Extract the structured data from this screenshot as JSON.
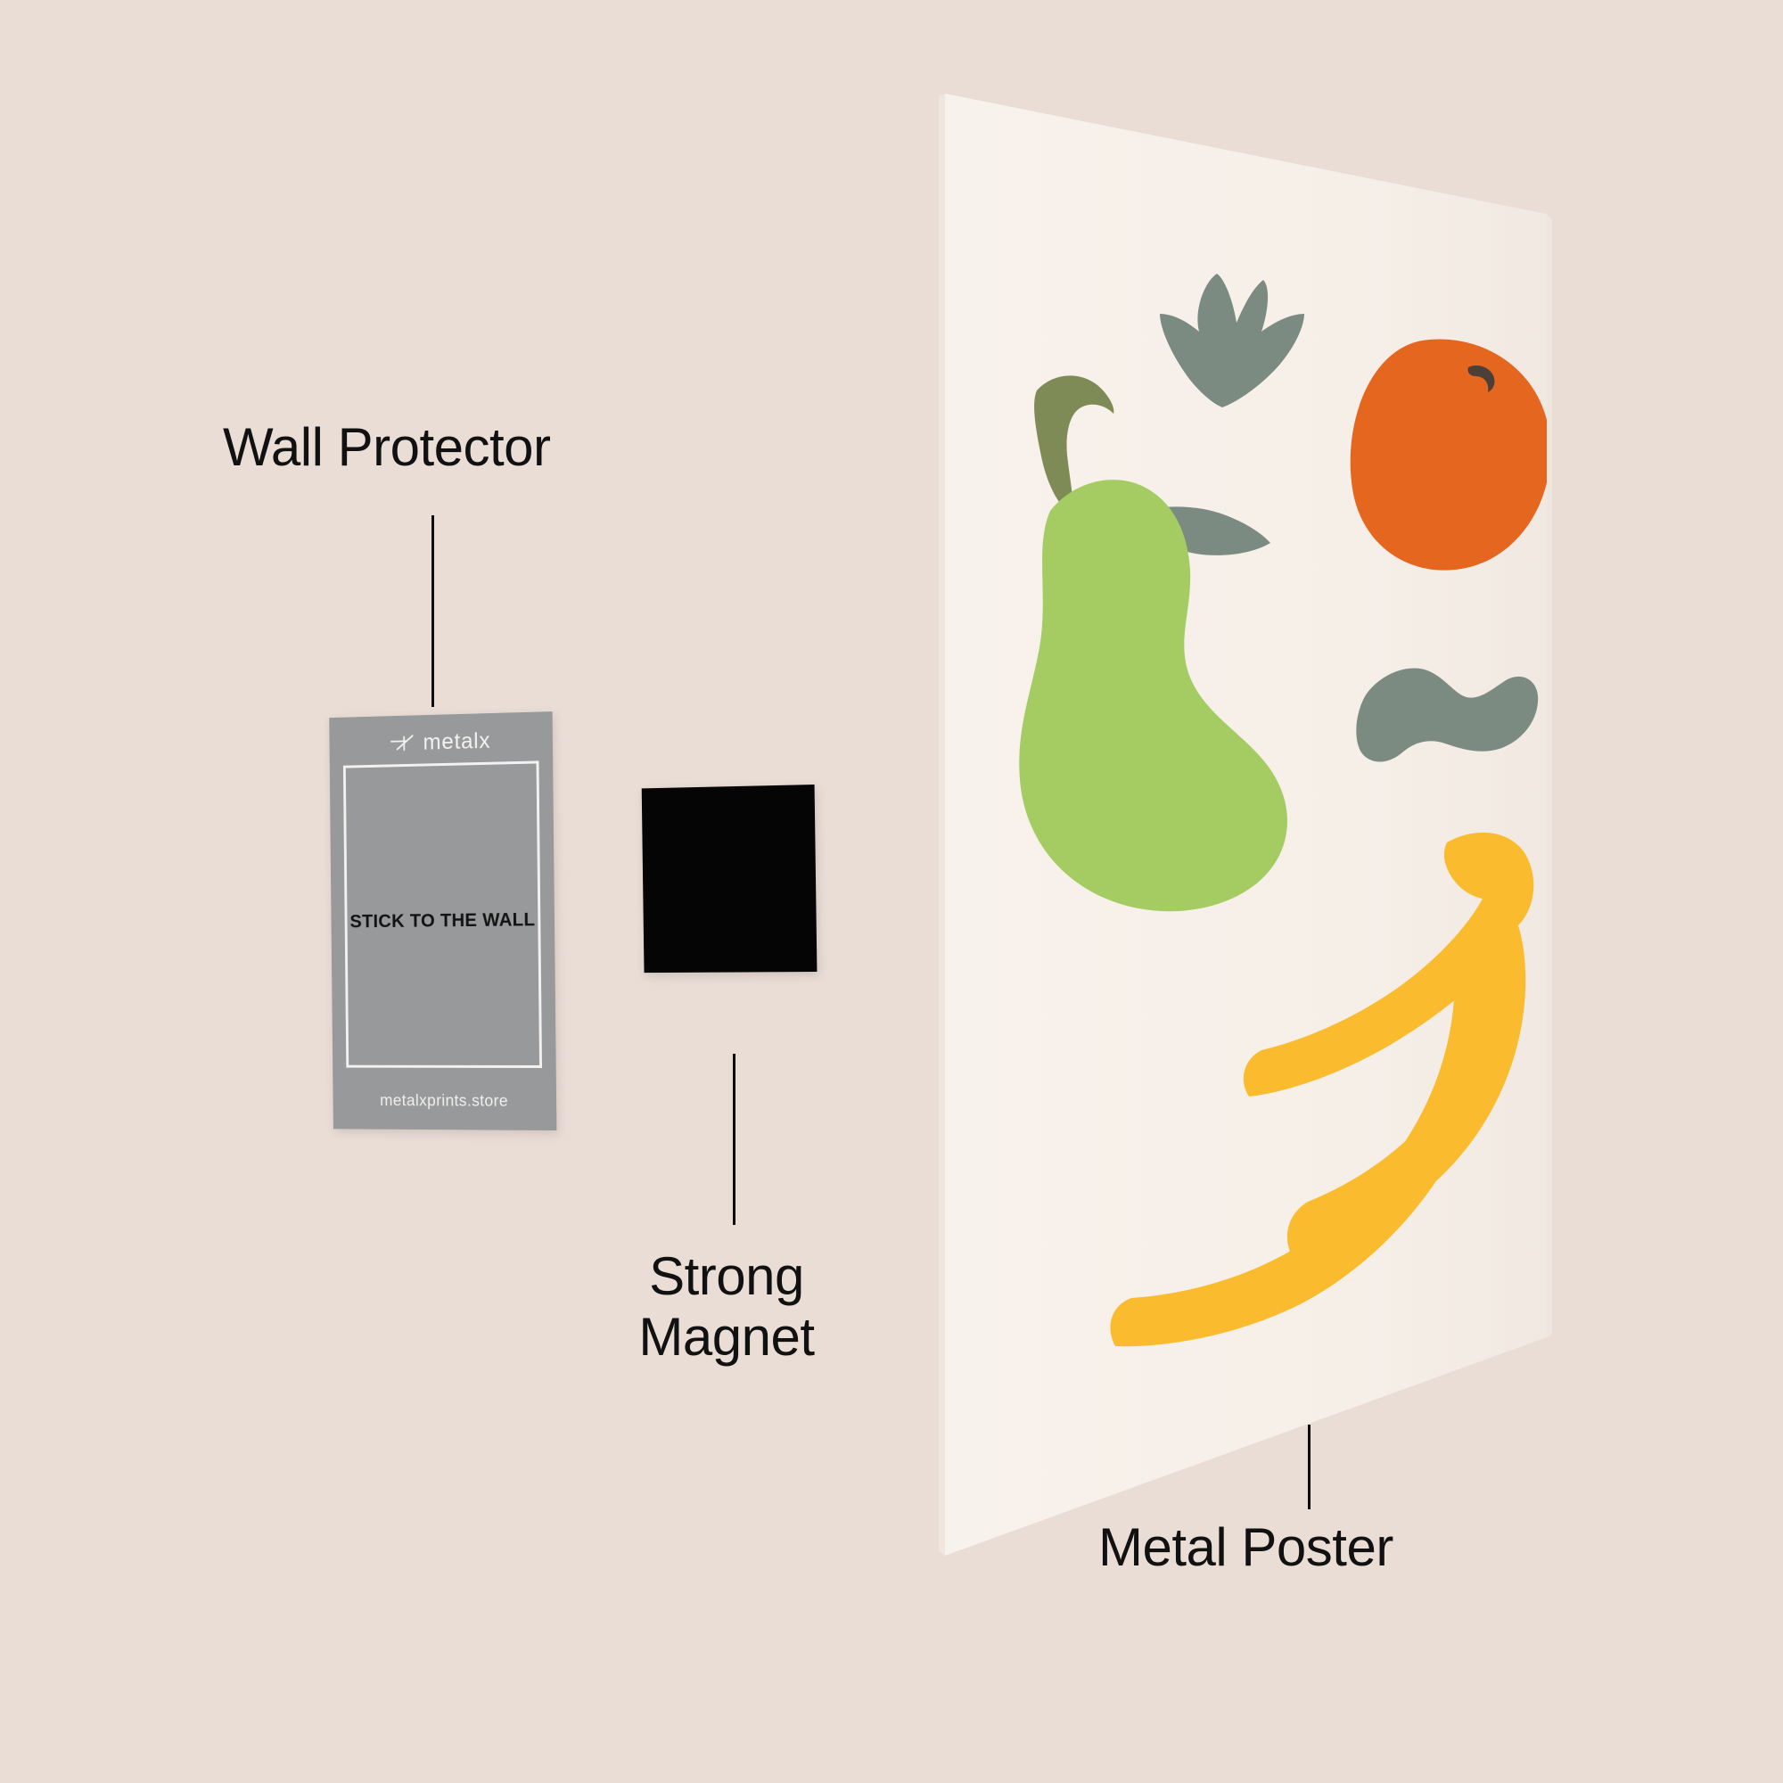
{
  "scene": {
    "wall_color": "#e9ddd6",
    "title": "Metal poster mounting system infographic"
  },
  "callouts": [
    {
      "id": "wall-protector",
      "label": "Wall Protector",
      "line_color": "#0d0d0d"
    },
    {
      "id": "strong-magnet",
      "label": "Strong\nMagnet",
      "line_color": "#0d0d0d"
    },
    {
      "id": "metal-poster",
      "label": "Metal Poster",
      "line_color": "#0d0d0d"
    }
  ],
  "wall_protector_card": {
    "brand": "metalx",
    "brand_mark": "metalx-pinwheel-icon",
    "headline": "STICK TO THE WALL",
    "url": "metalxprints.store",
    "card_color": "#97999b",
    "border_color": "#f3f2f0",
    "headline_color": "#131313"
  },
  "magnet": {
    "name": "Strong Magnet tile",
    "color": "#050505"
  },
  "metal_poster": {
    "name": "Metal Poster",
    "background_color": "#f6efe8",
    "edge_color": "#e0d3ca",
    "artwork_title": "Abstract fruit composition",
    "palette": {
      "orange": "#e5661e",
      "orange_stem": "#4a4038",
      "pear_green": "#a5cc62",
      "pear_stem": "#7f8b56",
      "sage": "#7c8b82",
      "banana_yellow": "#fabc2e",
      "canvas": "#f6efe8"
    },
    "elements": [
      {
        "name": "sage-sprig",
        "color": "#7c8b82"
      },
      {
        "name": "orange-fruit",
        "color": "#e5661e"
      },
      {
        "name": "orange-stem-mark",
        "color": "#4a4038"
      },
      {
        "name": "pear-stem",
        "color": "#7f8b56"
      },
      {
        "name": "sage-leaf",
        "color": "#7c8b82"
      },
      {
        "name": "pear-body",
        "color": "#a5cc62"
      },
      {
        "name": "sage-wave-blob",
        "color": "#7c8b82"
      },
      {
        "name": "banana-front",
        "color": "#fabc2e"
      },
      {
        "name": "banana-back",
        "color": "#fabc2e"
      }
    ]
  }
}
